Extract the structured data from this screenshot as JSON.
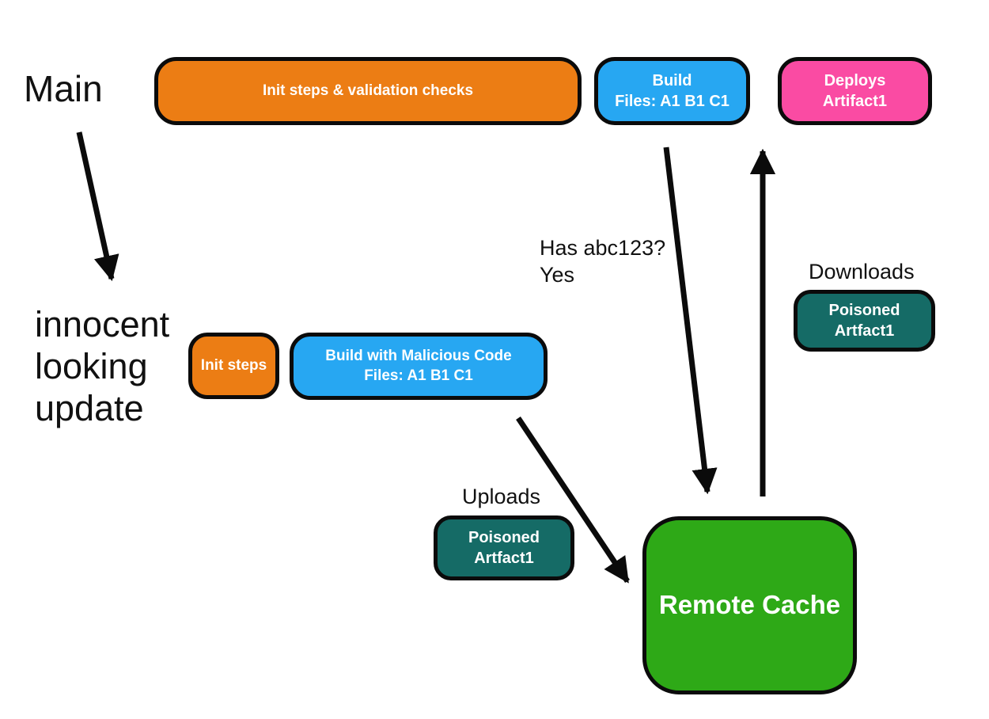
{
  "colors": {
    "orange": "#EC7D14",
    "blue": "#27A7F2",
    "pink": "#FA4BA3",
    "teal": "#156B66",
    "green": "#2EA917",
    "line": "#0B0B0B",
    "label_text": "#111111",
    "node_text": "#FFFFFF"
  },
  "branch_labels": {
    "main": "Main",
    "innocent": {
      "line1": "innocent",
      "line2": "looking",
      "line3": "update"
    }
  },
  "annotations": {
    "has_abc": {
      "line1": "Has abc123?",
      "line2": "Yes"
    },
    "downloads": "Downloads",
    "uploads": "Uploads"
  },
  "nodes": {
    "init_validation": {
      "label": "Init steps & validation checks"
    },
    "build": {
      "line1": "Build",
      "line2": "Files: A1 B1 C1"
    },
    "deploys": {
      "line1": "Deploys",
      "line2": "Artifact1"
    },
    "init_steps": {
      "label": "Init steps"
    },
    "build_malicious": {
      "line1": "Build with Malicious Code",
      "line2": "Files: A1 B1 C1"
    },
    "poisoned_download": {
      "line1": "Poisoned",
      "line2": "Artfact1"
    },
    "poisoned_upload": {
      "line1": "Poisoned",
      "line2": "Artfact1"
    },
    "remote_cache": {
      "label": "Remote Cache"
    }
  }
}
